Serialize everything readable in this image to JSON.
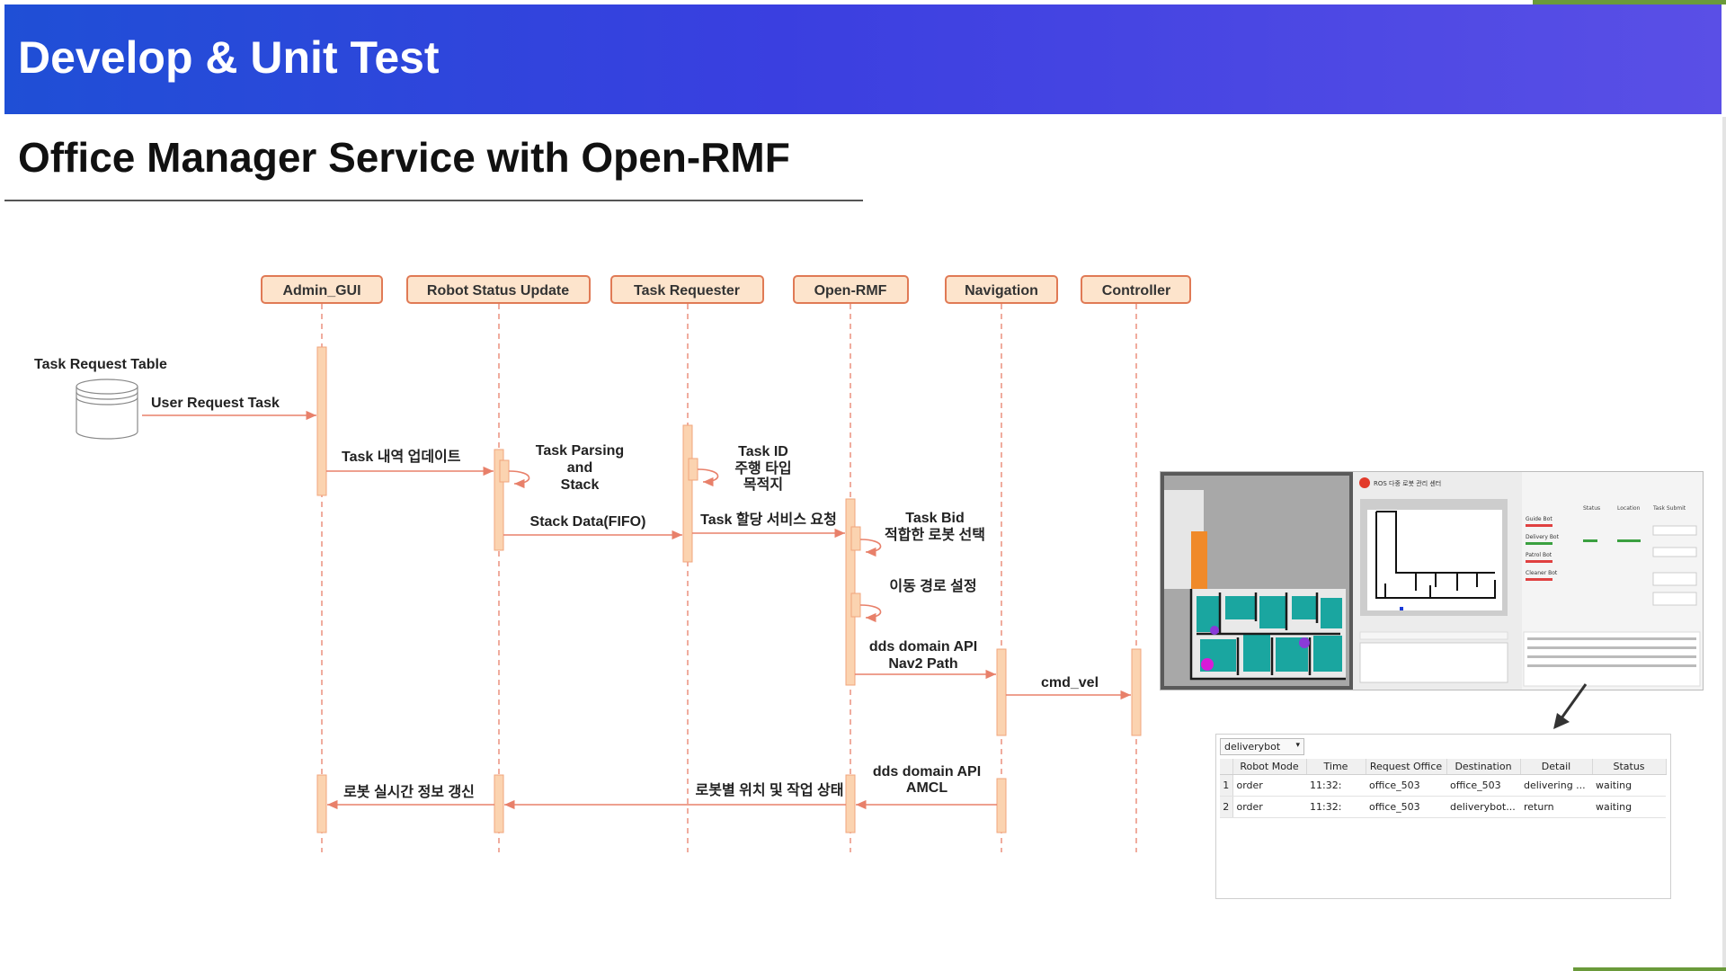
{
  "header": {
    "title": "Develop & Unit Test"
  },
  "subtitle": "Office Manager Service with Open-RMF",
  "colors": {
    "accent": "#f0a080",
    "box_border": "#e07a55",
    "box_fill": "#fde4cc",
    "line": "#e8806a",
    "activation": "#fbd3b0",
    "banner": "#3a3fe0"
  },
  "participants": [
    "Admin_GUI",
    "Robot Status Update",
    "Task Requester",
    "Open-RMF",
    "Navigation",
    "Controller"
  ],
  "database": {
    "label": "Task Request Table"
  },
  "messages": {
    "user_request": "User Request Task",
    "task_update": "Task 내역 업데이트",
    "parsing": [
      "Task Parsing",
      "and",
      "Stack"
    ],
    "stack_data": "Stack Data(FIFO)",
    "task_id": [
      "Task ID",
      "주행 타입",
      "목적지"
    ],
    "task_assign": "Task 할당 서비스 요청",
    "task_bid": [
      "Task Bid",
      "적합한 로봇 선택"
    ],
    "route": "이동 경로 설정",
    "dds_nav": [
      "dds domain API",
      "Nav2 Path"
    ],
    "cmd_vel": "cmd_vel",
    "dds_amcl": [
      "dds domain API",
      "AMCL"
    ],
    "robot_status": "로봇별 위치 및 작업 상태",
    "realtime": "로봇 실시간 정보 갱신"
  },
  "screenshot": {
    "title": "ROS 다중 로봇 관리 센터",
    "headers": [
      "Status",
      "Location",
      "Task Submit"
    ],
    "robots": [
      "Guide Bot",
      "Delivery Bot",
      "Patrol Bot",
      "Cleaner Bot"
    ]
  },
  "table": {
    "selector": "deliverybot",
    "columns": [
      "Robot Mode",
      "Time",
      "Request Office",
      "Destination",
      "Detail",
      "Status"
    ],
    "rows": [
      {
        "n": "1",
        "mode": "order",
        "time": "11:32:",
        "office": "office_503",
        "dest": "office_503",
        "detail": "delivering ...",
        "status": "waiting"
      },
      {
        "n": "2",
        "mode": "order",
        "time": "11:32:",
        "office": "office_503",
        "dest": "deliverybot...",
        "detail": "return",
        "status": "waiting"
      }
    ]
  }
}
